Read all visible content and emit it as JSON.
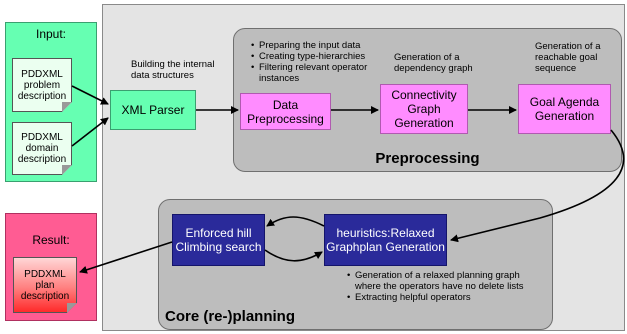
{
  "input": {
    "title": "Input:",
    "problem_doc": "PDDXML problem description",
    "domain_doc": "PDDXML domain description"
  },
  "result": {
    "title": "Result:",
    "plan_doc": "PDDXML plan description"
  },
  "xml_parser": {
    "label": "XML Parser",
    "note": "Building the internal data structures"
  },
  "preprocessing": {
    "title": "Preprocessing",
    "data_preprocessing": "Data Preprocessing",
    "data_notes": [
      "Preparing the input data",
      "Creating type-hierarchies",
      "Filtering relevant operator instances"
    ],
    "connectivity": "Connectivity Graph Generation",
    "connectivity_note": "Generation of a dependency graph",
    "goal_agenda": "Goal Agenda Generation",
    "goal_note": "Generation of a reachable goal sequence"
  },
  "core": {
    "title": "Core (re-)planning",
    "hill_climbing": "Enforced hill Climbing search",
    "heuristics": "heuristics:Relaxed Graphplan Generation",
    "notes": [
      "Generation of a relaxed planning graph where the operators have no delete lists",
      "Extracting helpful operators"
    ]
  },
  "colors": {
    "input_green": "#66ffb2",
    "result_pink": "#ff5c93",
    "step_magenta": "#ff8cff",
    "core_blue": "#2a2a9a",
    "panel_grey": "#bdbdbd"
  }
}
